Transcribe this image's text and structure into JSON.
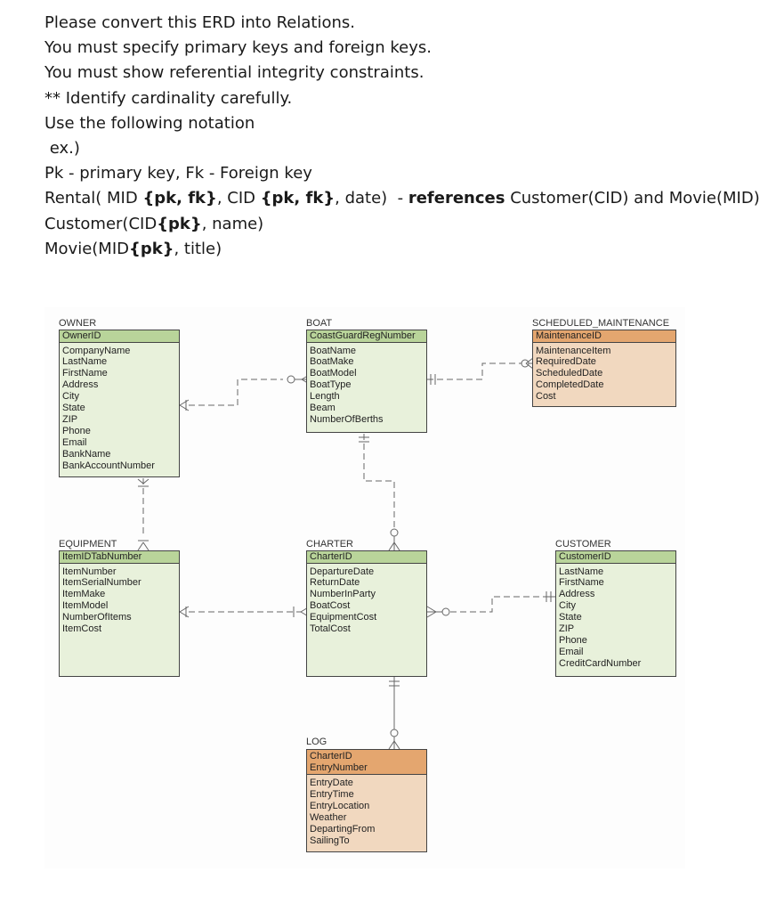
{
  "instructions": {
    "line1": "Please convert this ERD into Relations.",
    "line2": "You must specify primary keys and foreign keys.",
    "line3": "You must show referential integrity constraints.",
    "line4": "** Identify cardinality carefully.",
    "line5": "Use the following notation",
    "line6": " ex.)",
    "line7": "Pk - primary key, Fk - Foreign key",
    "example": {
      "rental_a": "Rental( MID ",
      "pkfk1": "{pk, fk}",
      "rental_b": ", CID ",
      "pkfk2": "{pk, fk}",
      "rental_c": ", date)  - ",
      "references": "references",
      "rental_d": " Customer(CID) and Movie(MID)",
      "customer_a": "Customer(CID",
      "pk1": "{pk}",
      "customer_b": ", name)",
      "movie_a": "Movie(MID",
      "pk2": "{pk}",
      "movie_b": ", title)"
    }
  },
  "entities": {
    "owner": {
      "name": "OWNER",
      "keys": [
        "OwnerID"
      ],
      "attributes": [
        "CompanyName",
        "LastName",
        "FirstName",
        "Address",
        "City",
        "State",
        "ZIP",
        "Phone",
        "Email",
        "BankName",
        "BankAccountNumber"
      ]
    },
    "boat": {
      "name": "BOAT",
      "keys": [
        "CoastGuardRegNumber"
      ],
      "attributes": [
        "BoatName",
        "BoatMake",
        "BoatModel",
        "BoatType",
        "Length",
        "Beam",
        "NumberOfBerths"
      ]
    },
    "scheduled_maintenance": {
      "name": "SCHEDULED_MAINTENANCE",
      "keys": [
        "MaintenanceID"
      ],
      "attributes": [
        "MaintenanceItem",
        "RequiredDate",
        "ScheduledDate",
        "CompletedDate",
        "Cost"
      ]
    },
    "equipment": {
      "name": "EQUIPMENT",
      "keys": [
        "ItemIDTabNumber"
      ],
      "attributes": [
        "ItemNumber",
        "ItemSerialNumber",
        "ItemMake",
        "ItemModel",
        "NumberOfItems",
        "ItemCost"
      ]
    },
    "charter": {
      "name": "CHARTER",
      "keys": [
        "CharterID"
      ],
      "attributes": [
        "DepartureDate",
        "ReturnDate",
        "NumberInParty",
        "BoatCost",
        "EquipmentCost",
        "TotalCost"
      ]
    },
    "customer": {
      "name": "CUSTOMER",
      "keys": [
        "CustomerID"
      ],
      "attributes": [
        "LastName",
        "FirstName",
        "Address",
        "City",
        "State",
        "ZIP",
        "Phone",
        "Email",
        "CreditCardNumber"
      ]
    },
    "log": {
      "name": "LOG",
      "keys": [
        "CharterID",
        "EntryNumber"
      ],
      "attributes": [
        "EntryDate",
        "EntryTime",
        "EntryLocation",
        "Weather",
        "DepartingFrom",
        "SailingTo"
      ]
    }
  },
  "colors": {
    "entity_green": "#e8f1db",
    "key_green": "#b9d49a",
    "entity_orange": "#f1d8bf",
    "key_orange": "#e4a66f",
    "line": "#666666"
  }
}
